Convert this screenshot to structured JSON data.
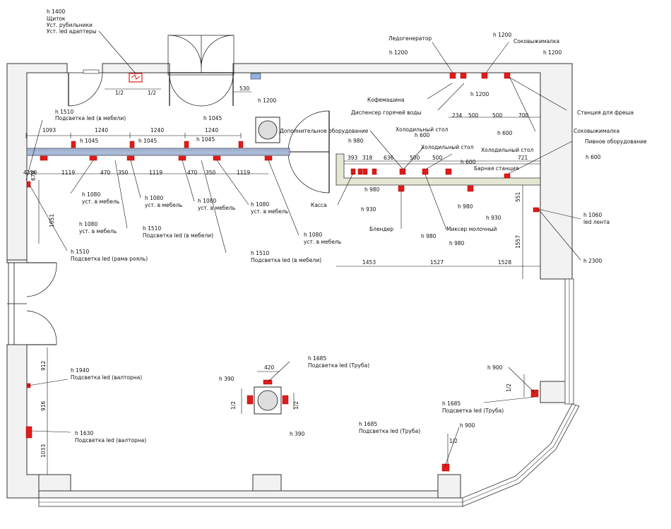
{
  "colors": {
    "outlet": "#e01b1b",
    "counter": "#8fa3c8",
    "bar_counter": "#d9d9c0",
    "wall": "#f2f2f2"
  },
  "labels": {
    "panel_h": "h 1400",
    "panel_1": "Щиток",
    "panel_2": "Уст. рубильники",
    "panel_3": "Уст. led адаптеры",
    "led_furn_h_1": "h 1510",
    "led_furn_1": "Подсветка led (в мебели)",
    "h1045_a": "h 1045",
    "h1045_b": "h 1045",
    "h1045_c": "h 1045",
    "h1045_d": "h 1045",
    "extra_equipment": "Дополнительное оборудование",
    "h1200_top": "h 1200",
    "ice_maker": "Ледогенератор",
    "juicer_1": "Соковыжималка",
    "h1200_left": "h 1200",
    "h1200_right": "h 1200",
    "h1200_mid": "h 1200",
    "h1200_door": "h 1200",
    "coffee_machine": "Кофемашина",
    "hot_water": "Диспенсер горячей воды",
    "fresh_station": "Станция для фреша",
    "juicer_2": "Соковыжималка",
    "beer_equipment": "Пивное оборудование",
    "h600_a": "h 600",
    "h600_b": "h 600",
    "h600_c": "h 600",
    "h600_d": "h 600",
    "cold_table_1": "Холодильный стол",
    "cold_table_2": "Холодильный стол",
    "cold_table_3": "Холодильный стол",
    "bar_station": "Барная станция",
    "h980_a": "h 980",
    "h980_b": "h 980",
    "h980_c": "h 980",
    "h980_d": "h 980",
    "h980_e": "h 980",
    "h930_a": "h 930",
    "h930_b": "h 930",
    "cash": "Касса",
    "blender": "Блендер",
    "milkshake": "Миксер молочный",
    "h1060": "h 1060",
    "led_strip": "led лента",
    "h2300": "h 2300",
    "h1080_1": "h 1080",
    "furn_1": "уст. в мебель",
    "h1080_2": "h 1080",
    "furn_2": "уст. в мебель",
    "h1080_3": "h 1080",
    "furn_3": "уст. в мебель",
    "h1080_4": "h 1080",
    "furn_4": "уст. в мебель",
    "h1080_5": "h 1080",
    "furn_5": "уст. в мебель",
    "h1080_6": "h 1080",
    "furn_6": "уст. в мебель",
    "h1510_2": "h 1510",
    "led_furn_2": "Подсветка led (в мебели)",
    "h1510_3": "h 1510",
    "led_furn_3": "Подсветка led (в мебели)",
    "h1510_4": "h 1510",
    "led_frame": "Подсветка led (рама рояль)",
    "h1940": "h 1940",
    "led_horn_1": "Подсветка led (валторна)",
    "h1630": "h 1630",
    "led_horn_2": "Подсветка led (валторна)",
    "h1685_1": "h 1685",
    "led_pipe_1": "Подсветка led (Труба)",
    "h1685_2": "h 1685",
    "led_pipe_2": "Подсветка led (Труба)",
    "h1685_3": "h 1685",
    "led_pipe_3": "Подсветка led (Труба)",
    "h390_a": "h 390",
    "h390_b": "h 390",
    "h900_a": "h 900",
    "h900_b": "h 900"
  },
  "dims": {
    "half_1": "1/2",
    "half_2": "1/2",
    "half_3": "1/2",
    "half_4": "1/2",
    "half_5": "1/2",
    "half_6": "1/2",
    "d530": "530",
    "d1093": "1093",
    "d1240a": "1240",
    "d1240b": "1240",
    "d1240c": "1240",
    "d4350": "4350",
    "d679": "679",
    "d1119a": "1119",
    "d470a": "470",
    "d350a": "350",
    "d1119b": "1119",
    "d470b": "470",
    "d350b": "350",
    "d1119c": "1119",
    "d1651": "1651",
    "d234": "234",
    "d500a": "500",
    "d500b": "500",
    "d700": "700",
    "d393": "393",
    "d318": "318",
    "d636": "636",
    "d500c": "500",
    "d500d": "500",
    "d721": "721",
    "d1453": "1453",
    "d1527": "1527",
    "d1528": "1528",
    "d551": "551",
    "d1557": "1557",
    "d912": "912",
    "d916": "916",
    "d1033": "1033",
    "d420": "420"
  }
}
